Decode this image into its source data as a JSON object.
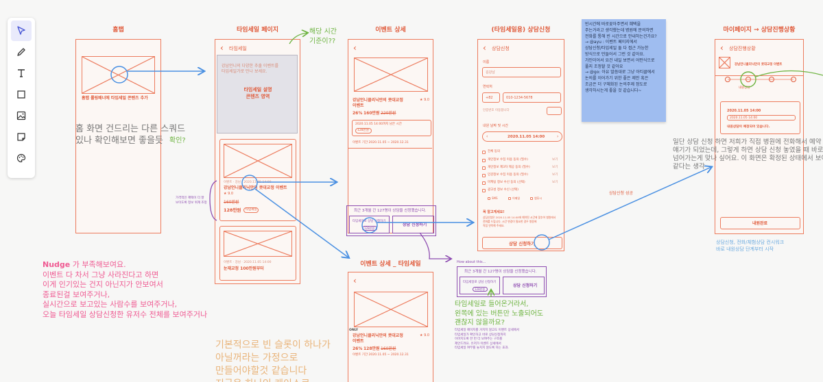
{
  "toolbar": {
    "tools": [
      {
        "name": "select",
        "icon": "cursor-icon",
        "active": true
      },
      {
        "name": "pen",
        "icon": "pencil-icon"
      },
      {
        "name": "text",
        "icon": "text-icon"
      },
      {
        "name": "rectangle",
        "icon": "square-icon"
      },
      {
        "name": "image",
        "icon": "image-icon"
      },
      {
        "name": "sticky",
        "icon": "sticky-note-icon"
      },
      {
        "name": "style",
        "icon": "palette-icon"
      }
    ]
  },
  "frames": {
    "home": {
      "title": "홈탭",
      "banner_text": "홈탭 롤링배너에 타임세일 콘텐츠 추가"
    },
    "timesale": {
      "title": "타임세일 페이지",
      "header": "타임세일",
      "intro_line1": "강남언니의 다양한 추출 이벤트를",
      "intro_line2": "타임세일가로 만나 보세요.",
      "desc_line1": "타임세일 설명",
      "desc_line2": "콘텐츠 영역",
      "card1_tag": "이벤트 · 강남 · 2020.11.05 14:00",
      "card1_title": "강남언니클리닉만의 콧대교정 이벤트",
      "card1_rating": "★ 9.0",
      "card1_old_price": "160만원",
      "card1_price": "128만원",
      "card1_badge": "타임세일",
      "card2_line1": "이벤트 · 강남 · 2020.11.05 14:00",
      "card2_line2": "눈재교정 100만원부터",
      "side_note_line1": "가격적인 혜택이 더 잘",
      "side_note_line2": "보이도록 정보 위계 조정"
    },
    "event_detail": {
      "title": "이벤트 상세",
      "event_title_line1": "강남언니클리닉만의 콧대교정",
      "event_title_line2": "이벤트",
      "rating": "★ 9.0",
      "discount": "26%",
      "price": "160만원",
      "old_price": "220만원",
      "timer_line": "2020.11.05 14:00까지 남은 시간",
      "badge": "128만원",
      "period": "이벤트 기간 2020.11.05 ~ 2020.12.31",
      "cta_info": "최근 3개월 간 127명이 상담을 신청했습니다.",
      "btn_timesale_line1": "타임세일로 상담 신청하기",
      "btn_timesale_badge": "128만원",
      "btn_consult": "상담 신청하기"
    },
    "event_detail_ts": {
      "title": "이벤트 상세 _ 타임세일",
      "only_tag": "ONLY",
      "event_title_line1": "강남언니클리닉만의 콧대교정",
      "event_title_line2": "이벤트",
      "rating": "★ 9.0",
      "discount": "26%",
      "price": "128만원",
      "old_price": "160만원",
      "period": "이벤트 기간 2020.11.05 ~ 2020.12.31"
    },
    "consult": {
      "title": "(타임세일용) 상담신청",
      "header": "상담신청",
      "name_label": "이름",
      "name_value": "김강남",
      "phone_label": "연락처",
      "phone_code": "+82",
      "phone_value": "010-1234-5678",
      "verify_label": "인증번호 이동합니다",
      "date_label": "내원 날짜 및 시간",
      "date_value": "2020.11.05 14:00",
      "check_all": "전체 동의",
      "check_items": [
        "개인정보 수집 이용 동의 (필수)",
        "개인정보 제3자 제공 동의 (필수)",
        "민감정보 수집 이용 동의 (필수)",
        "마케팅 정보 수신 동의 (선택)",
        "광고성 정보 수신 (선택)"
      ],
      "check_view": "보기",
      "channels": [
        "SMS",
        "이메일",
        "앱푸시"
      ],
      "note_title": "꼭 알고계세요!",
      "note_lines": [
        "상담신청은 2020.11.05 14:00에 예약된 시간에 맞추어 병원에서",
        "전화를 드립니다. 시간 변경이 필요한 경우 병원에",
        "직접 연락해 주세요."
      ],
      "btn_submit": "상담 신청하기"
    },
    "mypage": {
      "title": "마이페이지 → 상담진행상황",
      "header": "상담진행상황",
      "event_line": "강남언니클리닉만의 콧대교정 이벤트",
      "step_label": "내원상담",
      "date_value": "2020.11.05 14:00",
      "date_value2": "2020.11.05 14:00",
      "status": "내원상담이 예정되어 있습니다.",
      "btn_done": "내원완료"
    }
  },
  "labels": {
    "consult_success": "상담신청 성공",
    "how_about": "How about this...",
    "alt_cta_info": "최근 3개월 간 127명이 상담을 신청했습니다.",
    "alt_btn_timesale": "타임세일로 상담 신청하기",
    "alt_btn_badge": "128만원",
    "alt_btn_consult": "상담 신청하기",
    "alt_desc": "타임세일 페이지를 거치지 않고도 이벤트 상세에서\n타임세일가 확인하고 바로 상담신청까지\n이어지도록 한 번 더 보여주는 구조를\n제안드려요. 유저가 이벤트 상세에서\n타임세일 여부를 놓치지 않도록 하는 효과."
  },
  "notes": {
    "top_green": "해당 시간\n기준이??",
    "gray_home": "홈 화면 건드리는 다른 스쿼드\n있나 확인해보면 좋을듯",
    "green_confirm": "확인?",
    "pink_nudge_prefix": "Nudge",
    "pink_nudge": " 가 부족해보여요.\n이벤트 다 차서 그냥 사라진다고 하면\n이게 인기있는 건지 아닌지가 안보여서\n종료된걸 보여주거나,\n실시간으로 보고있는 사람수를 보여주거나,\n오늘 타임세일 상담신청한 유저수 전체를 보여주거나",
    "yellow": "기본적으로 빈 슬롯이 하나가\n아닐꺼라는 가정으로\n만들어야할것 같습니다\n지금은 하나인 케이스로",
    "green_timesale": "타임세일로 들어온거라서,\n왼쪽에 있는 버튼만 노출되어도\n괜찮지 않을까요?",
    "sticky": "빈시간에 바로꽂아주면서 혜택을\n주는거라고 생각했는데 병원에 문의하면\n전화를 통해 빈 시간으로 안내하는건가요?\n→ @ayu : 이벤트 페이지에서\n상담신청/타임세일 둘 다 접근 가능한\n방식으로 만들어서 그런 것 같아요.\n가인이어서 요건 내일 보면서 어떤식으로\n풀지 조정할 것 같아요\n→ @go: 아유 말씀대로 그냥 아티클에서\n논의를 이어가기 위한 좋은 제안 혹은\n조금은 더 구체화된 논의주제 정도로\n생각하시는게 좋을 것 같습니다~",
    "gray_right": "일단 상담 신청 하면 저희가 직접 병원에 전화해서 예약 확정\n얘기가 되었는데, 그렇게 하면 상담 신청 놓였을 때 바로 예약 확정으로\n넘어가는게 맞나 싶어요. 이 화면은 확정된 상태에서 보여주는\n같다는 생각",
    "blue_right": "상담신청, 전화/체험상담 컨시워크\n바로 내원상담 단계부터 시작"
  }
}
